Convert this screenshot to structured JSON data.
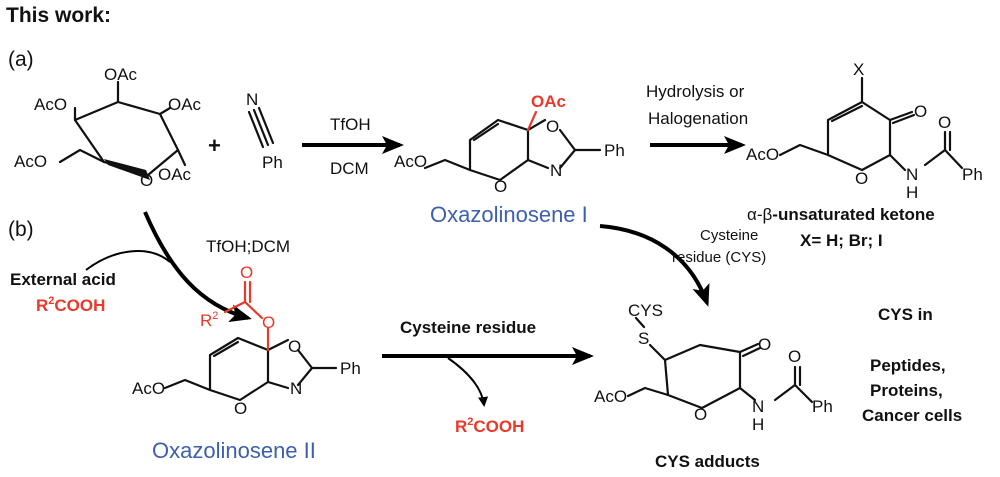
{
  "header": {
    "title": "This work:"
  },
  "panels": {
    "a": "(a)",
    "b": "(b)"
  },
  "glucose": {
    "oac_top": "OAc",
    "aco_left": "AcO",
    "oac_right": "OAc",
    "aco_chain": "AcO",
    "ring_o": "O",
    "oac_bottom": "OAc"
  },
  "plus": "+",
  "benzonitrile": {
    "n": "N",
    "ph": "Ph"
  },
  "reaction1": {
    "reagent": "TfOH",
    "solvent": "DCM"
  },
  "oxazolinosene1": {
    "oac": "OAc",
    "o1": "O",
    "ph": "Ph",
    "aco": "AcO",
    "ring_o": "O",
    "n": "N",
    "name": "Oxazolinosene I"
  },
  "reaction2": {
    "line1": "Hydrolysis or",
    "line2": "Halogenation"
  },
  "enone": {
    "x": "X",
    "ketone_o": "O",
    "amide_o": "O",
    "aco": "AcO",
    "ring_o": "O",
    "nh_n": "N",
    "nh_h": "H",
    "ph": "Ph",
    "name_greek": "α-β",
    "name_rest": "-unsaturated ketone",
    "x_def": "X= H; Br; I"
  },
  "reaction3": {
    "reagent": "TfOH;DCM"
  },
  "external_acid": {
    "label": "External acid",
    "formula_r": "R",
    "formula_sup": "2",
    "formula_rest": "COOH"
  },
  "cysteine_arrow": {
    "line1": "Cysteine",
    "line2": "residue (CYS)"
  },
  "oxazolinosene2": {
    "carbonyl_o": "O",
    "r": "R",
    "r_sup": "2",
    "ester_o": "O",
    "o1": "O",
    "ph": "Ph",
    "aco": "AcO",
    "ring_o": "O",
    "n": "N",
    "name": "Oxazolinosene II"
  },
  "reaction4": {
    "reagent": "Cysteine residue",
    "byproduct_r": "R",
    "byproduct_sup": "2",
    "byproduct_rest": "COOH"
  },
  "adduct": {
    "cys": "CYS",
    "s": "S",
    "ketone_o": "O",
    "amide_o": "O",
    "aco": "AcO",
    "ring_o": "O",
    "nh_n": "N",
    "nh_h": "H",
    "ph": "Ph",
    "name": "CYS adducts"
  },
  "cys_in": {
    "title": "CYS in",
    "line1": "Peptides,",
    "line2": "Proteins,",
    "line3": "Cancer cells"
  }
}
